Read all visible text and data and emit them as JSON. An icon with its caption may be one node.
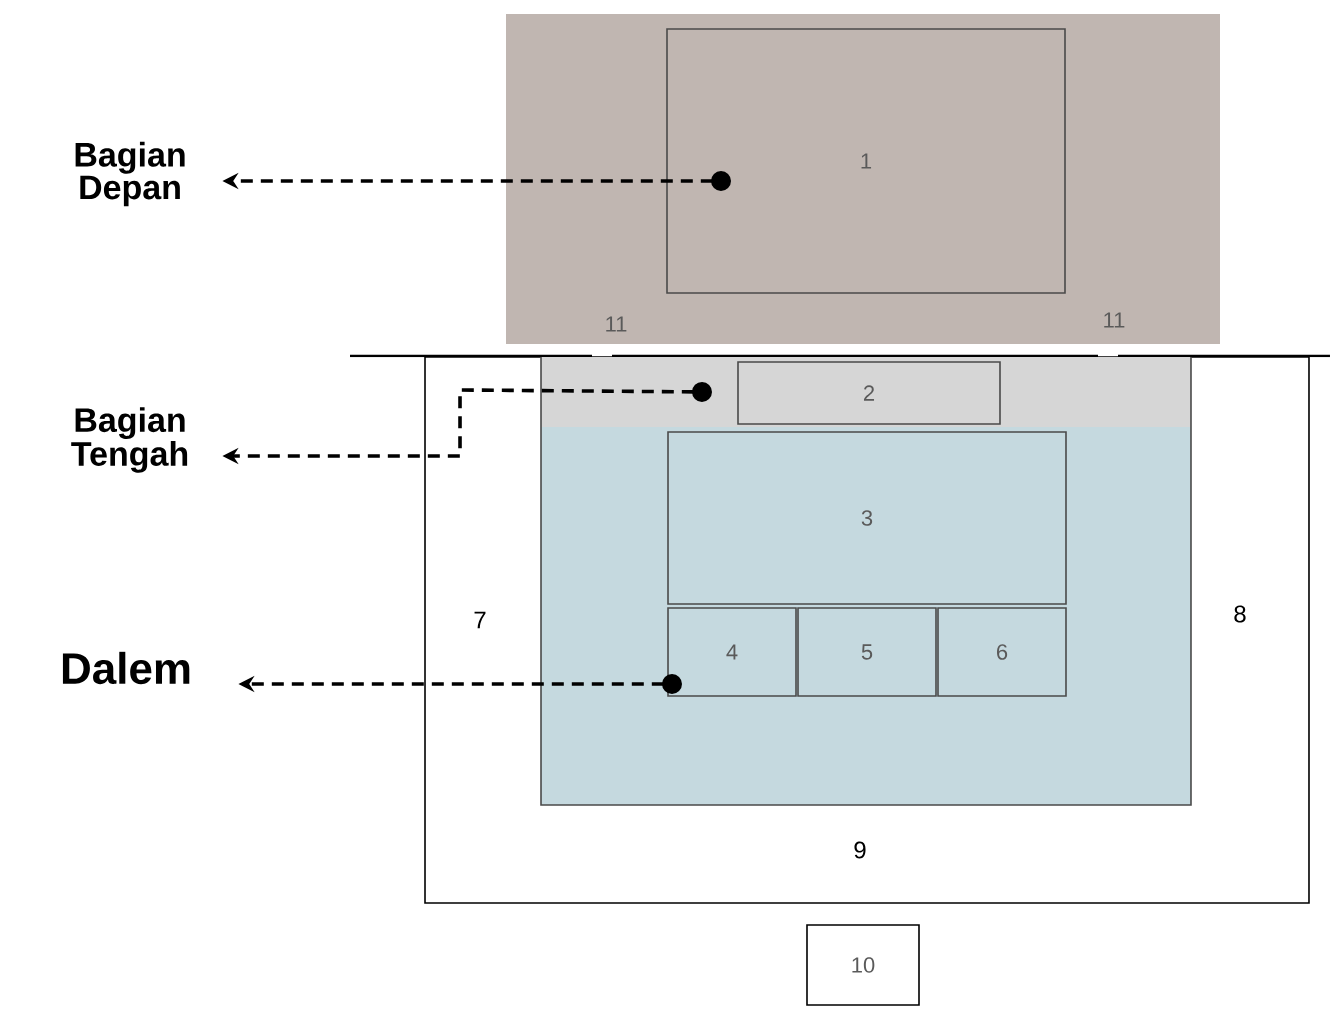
{
  "diagram": {
    "nodes": [
      {
        "text": [],
        "shape": "box"
      },
      {
        "text": [
          "1"
        ],
        "in": 0
      },
      {
        "text": [
          "7",
          "8",
          "9"
        ]
      },
      {
        "text": [],
        "shape": "box",
        "in": 2
      },
      {
        "text": [
          "2"
        ],
        "in": 3
      },
      {
        "text": [],
        "shape": "box",
        "in": 2
      },
      {
        "text": [
          "3"
        ],
        "in": 5
      },
      {
        "text": [
          "4"
        ],
        "in": 5
      },
      {
        "text": [
          "5"
        ],
        "in": 5
      },
      {
        "text": [
          "6"
        ],
        "in": 5
      },
      {
        "text": [
          "10"
        ]
      },
      {
        "text": [
          "Bagian Depan"
        ]
      },
      {
        "text": [
          "Bagian Tengah"
        ]
      },
      {
        "text": [
          "Dalem"
        ]
      }
    ],
    "edges": [
      {
        "from": 1,
        "to": 11,
        "arrow": "to",
        "style": "dashed"
      },
      {
        "from": 4,
        "to": 12,
        "arrow": "to",
        "style": "dashed"
      },
      {
        "from": 7,
        "to": 13,
        "arrow": "to",
        "style": "dashed"
      }
    ],
    "labels": [
      "11",
      "11"
    ]
  }
}
